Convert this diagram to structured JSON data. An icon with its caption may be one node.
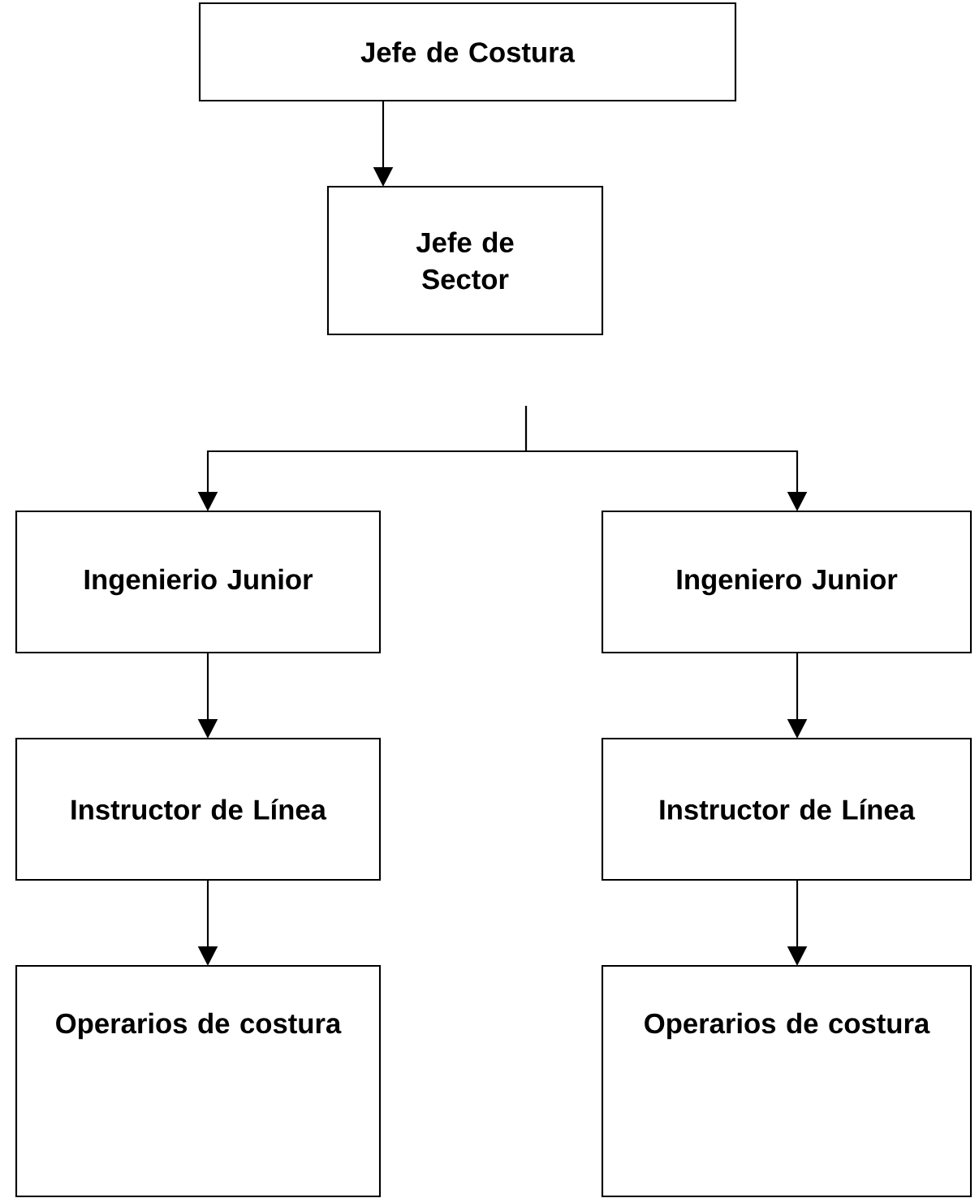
{
  "diagram": {
    "nodes": [
      {
        "text": [
          "Jefe de Costura"
        ]
      },
      {
        "text": [
          "Jefe de Sector"
        ]
      },
      {
        "text": [
          "Ingenierio Junior"
        ]
      },
      {
        "text": [
          "Ingeniero Junior"
        ]
      },
      {
        "text": [
          "Instructor de Línea"
        ]
      },
      {
        "text": [
          "Instructor de Línea"
        ]
      },
      {
        "text": [
          "Operarios de costura"
        ]
      },
      {
        "text": [
          "Operarios de costura"
        ]
      }
    ],
    "edges": [
      {
        "from": 0,
        "to": 1,
        "arrow": "to"
      },
      {
        "from": 1,
        "to": 2,
        "arrow": "to"
      },
      {
        "from": 1,
        "to": 3,
        "arrow": "to"
      },
      {
        "from": 2,
        "to": 4,
        "arrow": "to"
      },
      {
        "from": 4,
        "to": 6,
        "arrow": "to"
      },
      {
        "from": 3,
        "to": 5,
        "arrow": "to"
      },
      {
        "from": 5,
        "to": 7,
        "arrow": "to"
      }
    ]
  }
}
